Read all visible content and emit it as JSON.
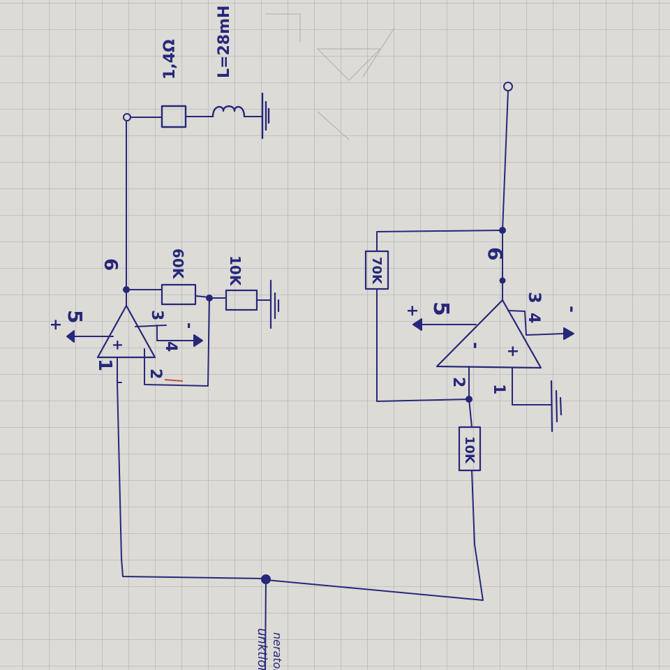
{
  "colors": {
    "paper": "#dcdbd6",
    "grid": "#9ea3ad",
    "ink": "#27277a",
    "pencil": "#a3a3a0",
    "red_mark": "#c44a4a"
  },
  "top_circuit": {
    "pins": {
      "p5": "5",
      "p5_sign": "+",
      "p6": "6",
      "p3": "3",
      "p4": "4",
      "p4_sign": "-",
      "p2": "2",
      "p1": "1",
      "in_plus": "+"
    },
    "r_feedback": "60K",
    "r_ground": "10K",
    "r_load": "1,4Ω",
    "inductor": "L=28mH"
  },
  "bottom_circuit": {
    "pins": {
      "p5": "5",
      "p5_sign": "+",
      "p6": "6",
      "p3": "3",
      "p4": "4",
      "p4_sign": "-",
      "p2": "2",
      "p1": "1",
      "in_plus": "+",
      "in_minus": "-"
    },
    "r_feedback": "70K",
    "r_input": "10K"
  },
  "source_label": {
    "line1": "unktions-",
    "line2": "nerator"
  }
}
